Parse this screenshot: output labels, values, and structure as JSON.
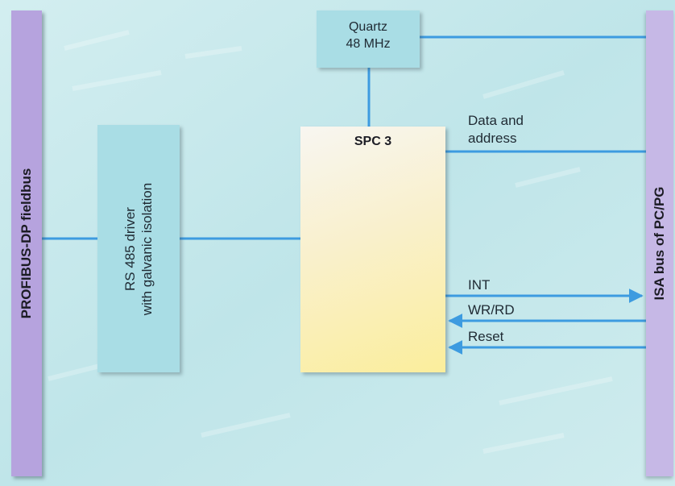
{
  "diagram": {
    "left_bus": "PROFIBUS-DP fieldbus",
    "right_bus": "ISA bus of PC/PG",
    "driver": {
      "line1": "RS 485 driver",
      "line2": "with galvanic isolation"
    },
    "controller": "SPC 3",
    "quartz": {
      "line1": "Quartz",
      "line2": "48 MHz"
    },
    "signals": {
      "data_address": {
        "line1": "Data and",
        "line2": "address"
      },
      "int": "INT",
      "wr_rd": "WR/RD",
      "reset": "Reset"
    }
  },
  "colors": {
    "background": "#bfe6ea",
    "bus_bar": "#b9a6df",
    "driver_box": "#a9dde5",
    "quartz_box": "#a9dde5",
    "controller_top": "#f7f4ee",
    "controller_bottom": "#fbf0a6",
    "connector": "#3d9be0"
  }
}
